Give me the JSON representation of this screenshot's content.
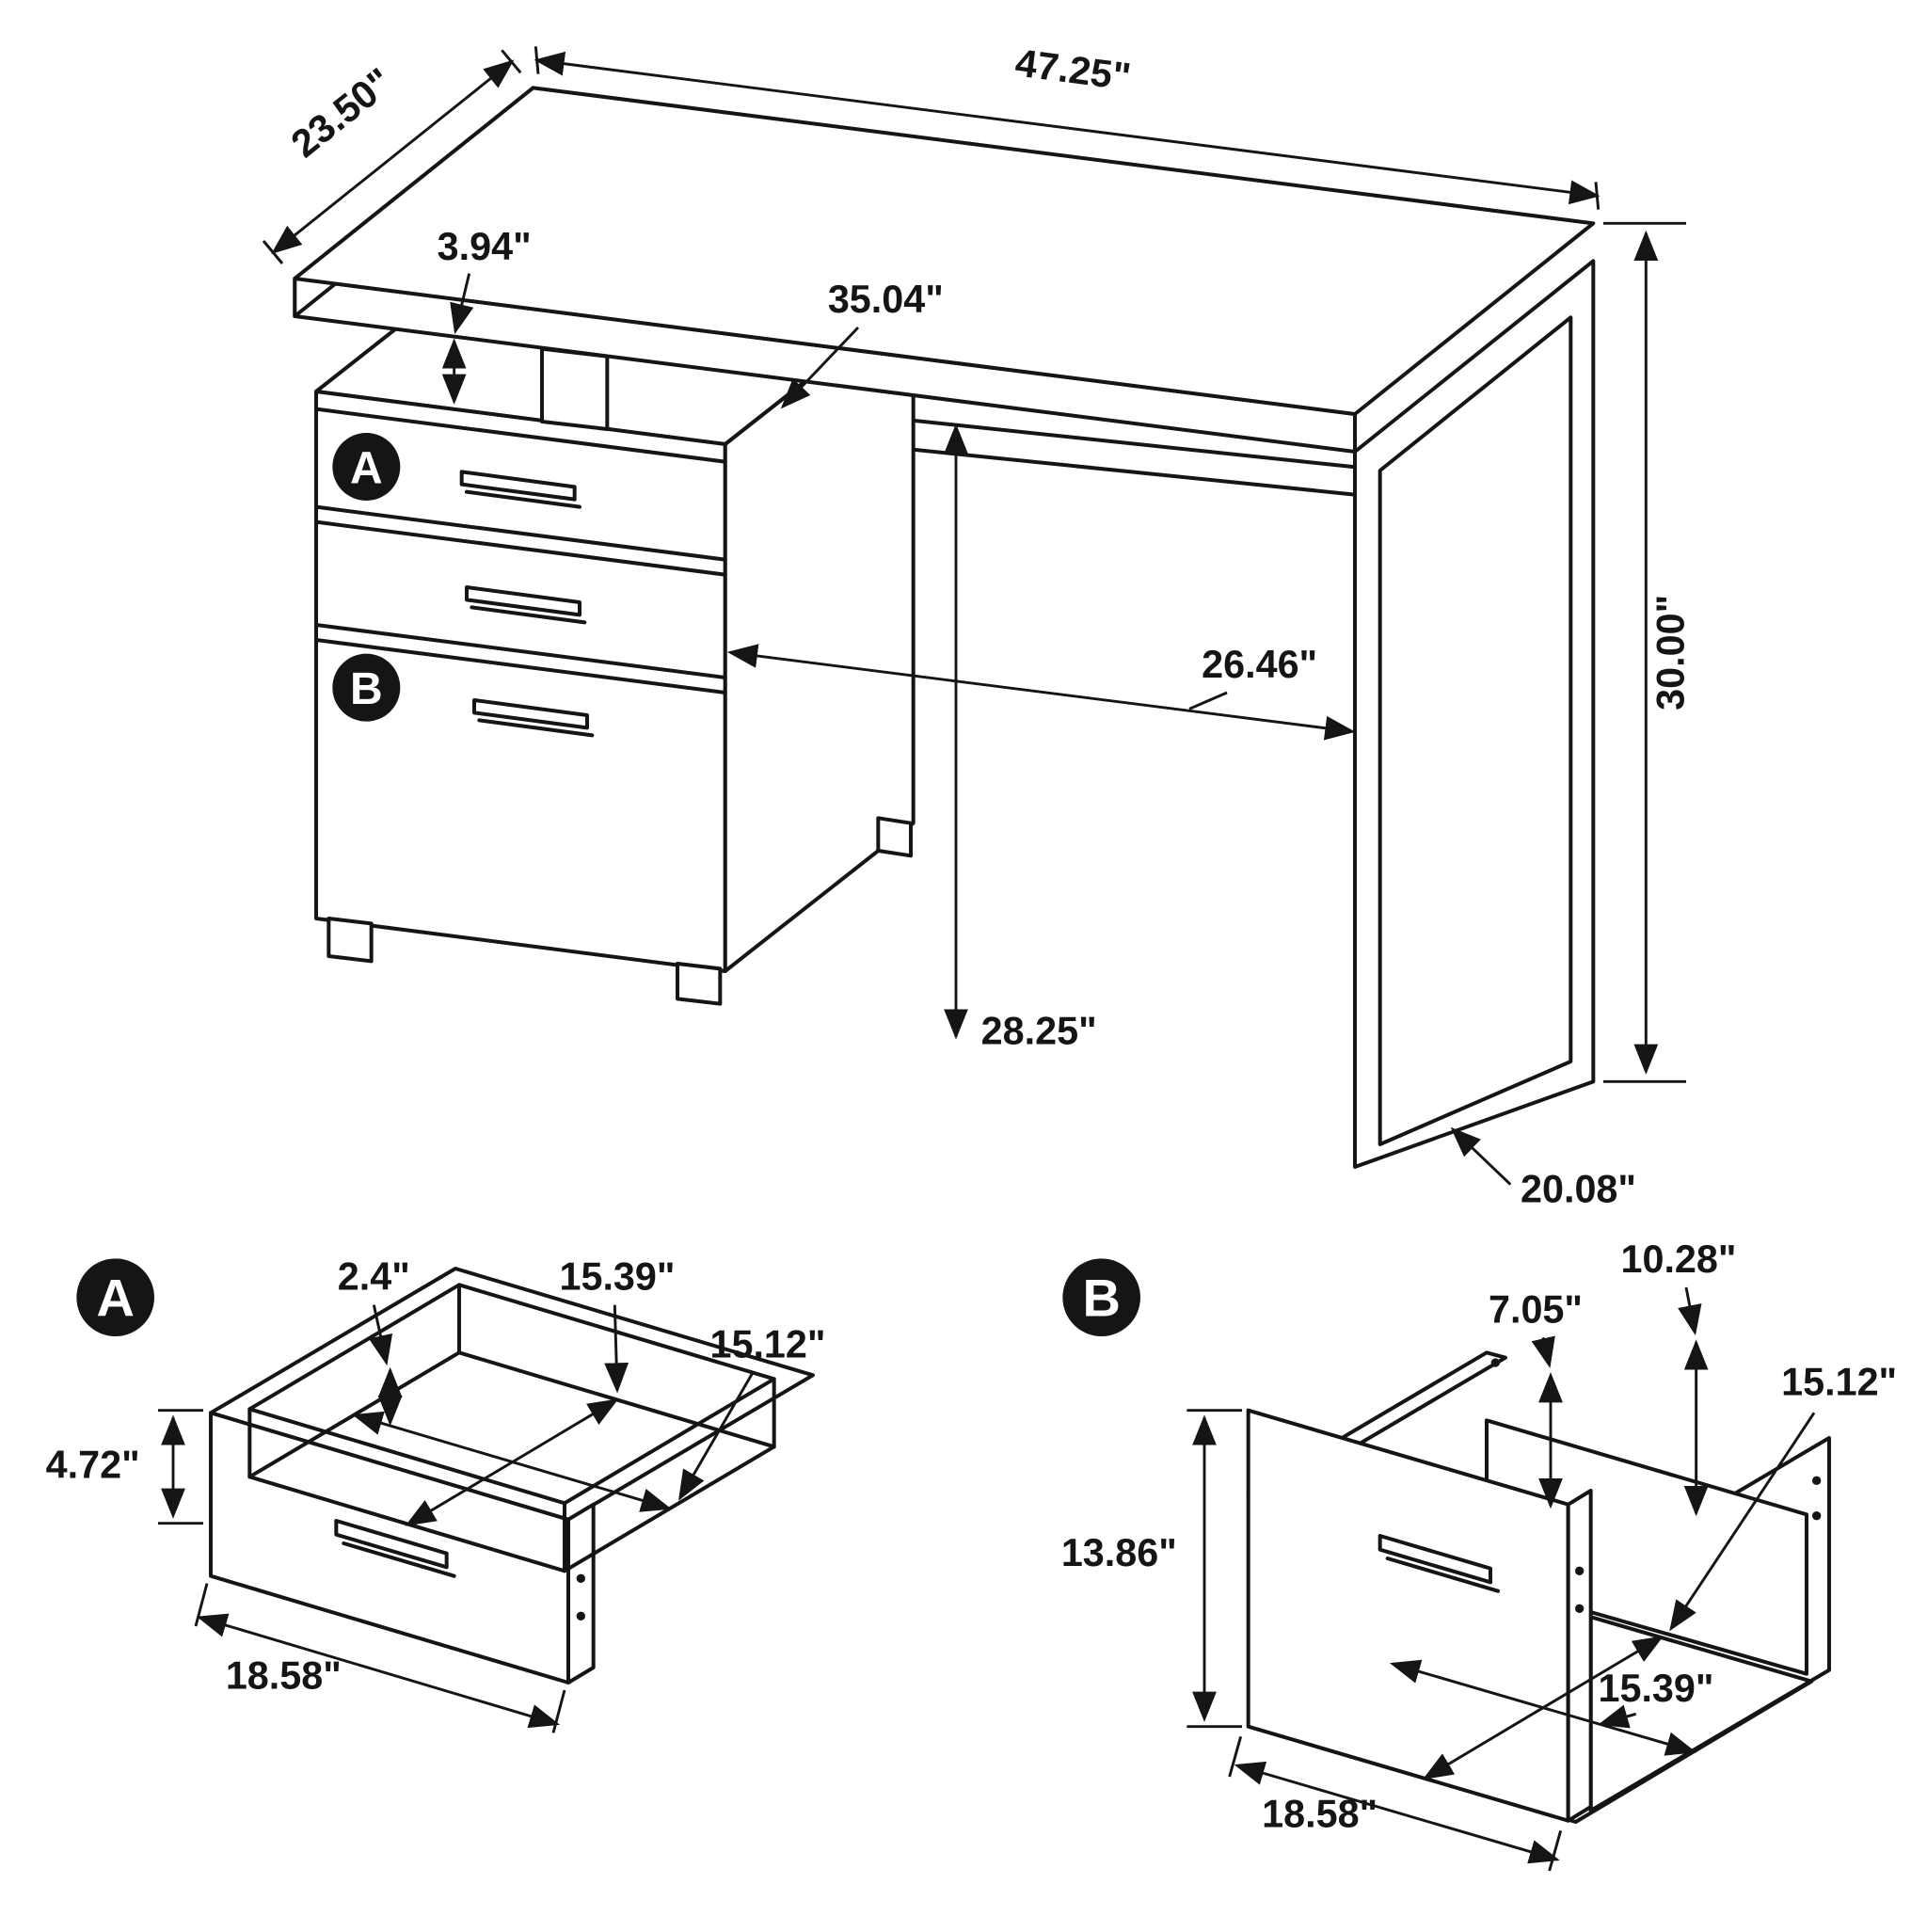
{
  "page": {
    "background": "#ffffff",
    "line_color": "#151515"
  },
  "main": {
    "badge_a": "A",
    "badge_b": "B",
    "dims": {
      "depth": "23.50\"",
      "width": "47.25\"",
      "gap": "3.94\"",
      "apron": "35.04\"",
      "height": "30.00\"",
      "clearance": "26.46\"",
      "underside": "28.25\"",
      "leg_base": "20.08\""
    }
  },
  "detail_a": {
    "badge": "A",
    "dims": {
      "rim": "2.4\"",
      "interior_depth": "15.39\"",
      "interior_width": "15.12\"",
      "side_height": "4.72\"",
      "width": "18.58\""
    }
  },
  "detail_b": {
    "badge": "B",
    "dims": {
      "back_height": "10.28\"",
      "back_panel": "7.05\"",
      "interior_depth": "15.12\"",
      "front_height": "13.86\"",
      "interior_width": "15.39\"",
      "width": "18.58\""
    }
  }
}
